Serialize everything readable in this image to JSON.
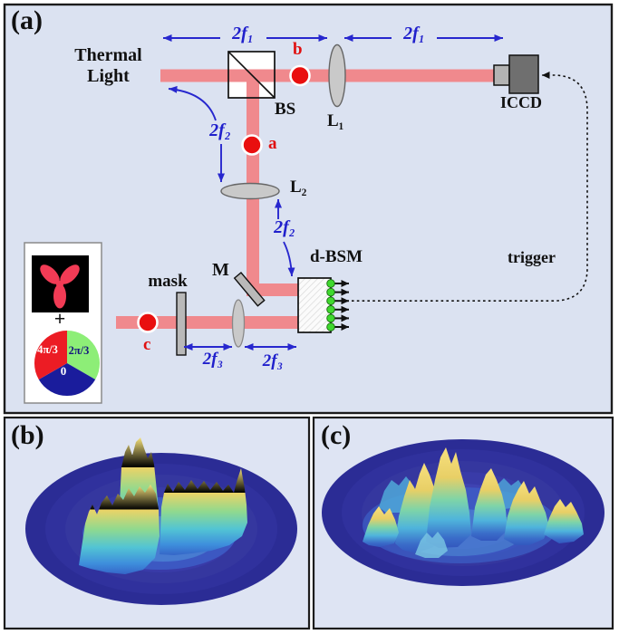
{
  "figure": {
    "panel_a": {
      "label": "(a)",
      "thermal_light_label": "Thermal Light",
      "bs_label": "BS",
      "l1_label": "L₁",
      "l2_label": "L₂",
      "iccd_label": "ICCD",
      "mirror_label": "M",
      "dbsm_label": "d-BSM",
      "mask_label": "mask",
      "trigger_label": "trigger",
      "point_a_label": "a",
      "point_b_label": "b",
      "point_c_label": "c",
      "dist_2f1_left": "2f₁",
      "dist_2f1_right": "2f₁",
      "dist_2f2_upper": "2f₂",
      "dist_2f2_lower": "2f₂",
      "dist_2f3_left": "2f₃",
      "dist_2f3_right": "2f₃",
      "inset": {
        "plus_sign": "+",
        "pie_sectors": [
          {
            "label": "4π/3",
            "color": "#EC1C24",
            "text_color": "#FFFFFF"
          },
          {
            "label": "2π/3",
            "color": "#8DEE77",
            "text_color": "#14147E"
          },
          {
            "label": "0",
            "color": "#1A1C9C",
            "text_color": "#FFFFFF"
          }
        ]
      }
    },
    "panel_b": {
      "label": "(b)"
    },
    "panel_c": {
      "label": "(c)"
    }
  },
  "colors": {
    "panel_bg": "#DBE2F1",
    "plot_bg": "#DEE4F3",
    "beam": "#F0898D",
    "marker_red": "#E90F0F",
    "annotation_blue": "#2727CE",
    "detector_green": "#3FD92E",
    "surface_base": "#2E2F9D",
    "trefoil_red": "#F23B55"
  },
  "chart_data": [
    {
      "type": "surface",
      "panel": "(b)",
      "description": "3D correlation-intensity surface: three-armed trefoil ridge pattern (matching the mask shape) with jagged yellow crests rising from a dark indigo circular base with concentric terraces",
      "colormap": "blue-cyan-green-yellow"
    },
    {
      "type": "surface",
      "panel": "(c)",
      "description": "3D intensity surface: irregular multi-peak speckle pattern, tallest yellow peaks near centre, smaller cyan mounds around, on a dark indigo circular base",
      "colormap": "blue-cyan-green-yellow"
    }
  ]
}
